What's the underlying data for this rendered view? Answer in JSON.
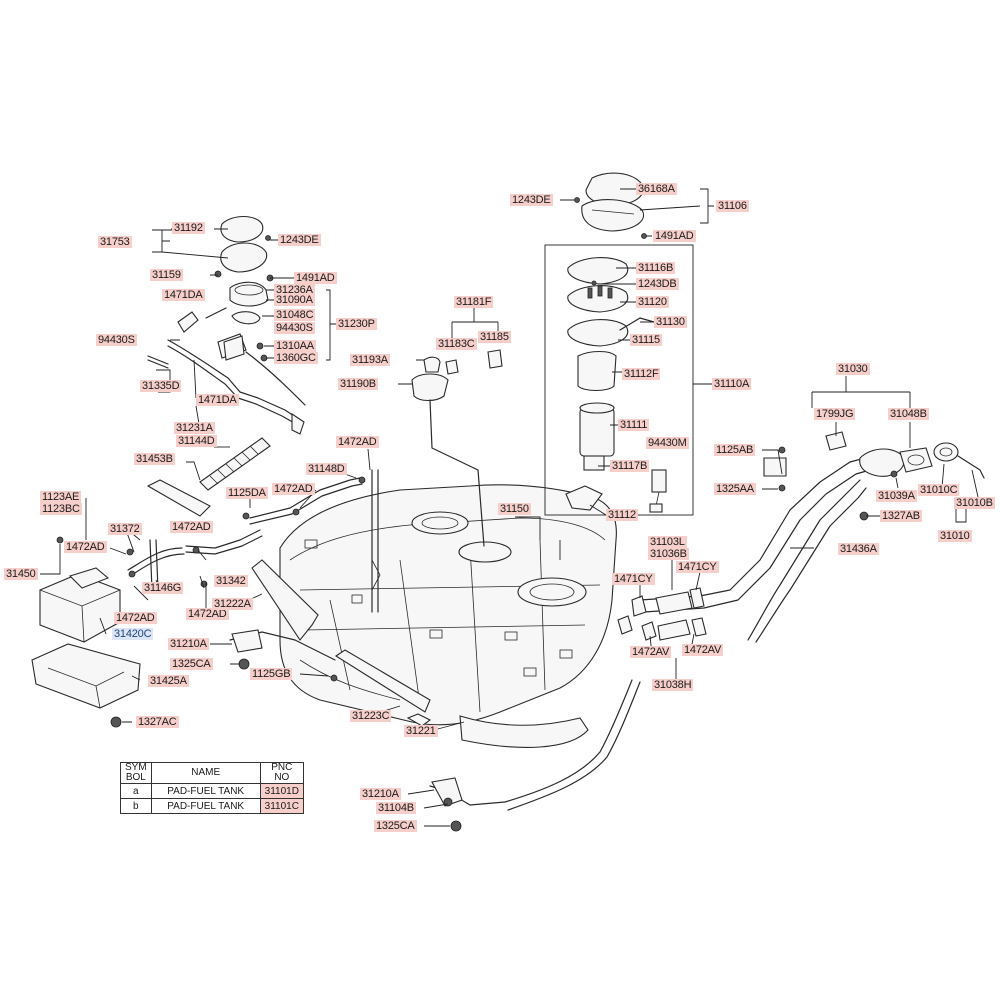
{
  "labels": [
    {
      "id": "36168A",
      "text": "36168A"
    },
    {
      "id": "31106",
      "text": "31106"
    },
    {
      "id": "1243DE_top",
      "text": "1243DE"
    },
    {
      "id": "1491AD_top",
      "text": "1491AD"
    },
    {
      "id": "31116B",
      "text": "31116B"
    },
    {
      "id": "1243DB",
      "text": "1243DB"
    },
    {
      "id": "31120",
      "text": "31120"
    },
    {
      "id": "31130",
      "text": "31130"
    },
    {
      "id": "31115",
      "text": "31115"
    },
    {
      "id": "31112F",
      "text": "31112F"
    },
    {
      "id": "31110A",
      "text": "31110A"
    },
    {
      "id": "31111",
      "text": "31111"
    },
    {
      "id": "94430M",
      "text": "94430M"
    },
    {
      "id": "31117B",
      "text": "31117B"
    },
    {
      "id": "31112",
      "text": "31112"
    },
    {
      "id": "31192",
      "text": "31192"
    },
    {
      "id": "31753",
      "text": "31753"
    },
    {
      "id": "1243DE_left",
      "text": "1243DE"
    },
    {
      "id": "31159",
      "text": "31159"
    },
    {
      "id": "1491AD_left",
      "text": "1491AD"
    },
    {
      "id": "1471DA_a",
      "text": "1471DA"
    },
    {
      "id": "31236A",
      "text": "31236A"
    },
    {
      "id": "31090A",
      "text": "31090A"
    },
    {
      "id": "31048C",
      "text": "31048C"
    },
    {
      "id": "94430S_a",
      "text": "94430S"
    },
    {
      "id": "31230P",
      "text": "31230P"
    },
    {
      "id": "94430S_b",
      "text": "94430S"
    },
    {
      "id": "1310AA",
      "text": "1310AA"
    },
    {
      "id": "1360GC",
      "text": "1360GC"
    },
    {
      "id": "31335D",
      "text": "31335D"
    },
    {
      "id": "1471DA_b",
      "text": "1471DA"
    },
    {
      "id": "31231A",
      "text": "31231A"
    },
    {
      "id": "31144D",
      "text": "31144D"
    },
    {
      "id": "31181F",
      "text": "31181F"
    },
    {
      "id": "31183C",
      "text": "31183C"
    },
    {
      "id": "31185",
      "text": "31185"
    },
    {
      "id": "31193A",
      "text": "31193A"
    },
    {
      "id": "31190B",
      "text": "31190B"
    },
    {
      "id": "31453B",
      "text": "31453B"
    },
    {
      "id": "1472AD_a",
      "text": "1472AD"
    },
    {
      "id": "31148D",
      "text": "31148D"
    },
    {
      "id": "1125DA",
      "text": "1125DA"
    },
    {
      "id": "1472AD_b",
      "text": "1472AD"
    },
    {
      "id": "31150",
      "text": "31150"
    },
    {
      "id": "1123AE",
      "text": "1123AE"
    },
    {
      "id": "1123BC",
      "text": "1123BC"
    },
    {
      "id": "31372",
      "text": "31372"
    },
    {
      "id": "1472AD_c",
      "text": "1472AD"
    },
    {
      "id": "1472AD_d",
      "text": "1472AD"
    },
    {
      "id": "31450",
      "text": "31450"
    },
    {
      "id": "31146G",
      "text": "31146G"
    },
    {
      "id": "31342",
      "text": "31342"
    },
    {
      "id": "1472AD_e",
      "text": "1472AD"
    },
    {
      "id": "1472AD_f",
      "text": "1472AD"
    },
    {
      "id": "31222A",
      "text": "31222A"
    },
    {
      "id": "31420C",
      "text": "31420C"
    },
    {
      "id": "31210A_a",
      "text": "31210A"
    },
    {
      "id": "1325CA_a",
      "text": "1325CA"
    },
    {
      "id": "1125GB",
      "text": "1125GB"
    },
    {
      "id": "31425A",
      "text": "31425A"
    },
    {
      "id": "1327AC",
      "text": "1327AC"
    },
    {
      "id": "31223C",
      "text": "31223C"
    },
    {
      "id": "31221",
      "text": "31221"
    },
    {
      "id": "31030",
      "text": "31030"
    },
    {
      "id": "1799JG",
      "text": "1799JG"
    },
    {
      "id": "31048B",
      "text": "31048B"
    },
    {
      "id": "1125AB",
      "text": "1125AB"
    },
    {
      "id": "1325AA",
      "text": "1325AA"
    },
    {
      "id": "31039A",
      "text": "31039A"
    },
    {
      "id": "31010C",
      "text": "31010C"
    },
    {
      "id": "31010B",
      "text": "31010B"
    },
    {
      "id": "1327AB",
      "text": "1327AB"
    },
    {
      "id": "31010",
      "text": "31010"
    },
    {
      "id": "31436A",
      "text": "31436A"
    },
    {
      "id": "31103L",
      "text": "31103L"
    },
    {
      "id": "31036B",
      "text": "31036B"
    },
    {
      "id": "1471CY_a",
      "text": "1471CY"
    },
    {
      "id": "1471CY_b",
      "text": "1471CY"
    },
    {
      "id": "1472AV_a",
      "text": "1472AV"
    },
    {
      "id": "1472AV_b",
      "text": "1472AV"
    },
    {
      "id": "31038H",
      "text": "31038H"
    },
    {
      "id": "31210A_b",
      "text": "31210A"
    },
    {
      "id": "31104B",
      "text": "31104B"
    },
    {
      "id": "1325CA_b",
      "text": "1325CA"
    }
  ],
  "legend": {
    "headers": {
      "sym_line1": "SYM",
      "sym_line2": "BOL",
      "name": "NAME",
      "pnc_line1": "PNC",
      "pnc_line2": "NO"
    },
    "rows": [
      {
        "symbol": "a",
        "name": "PAD-FUEL TANK",
        "pnc": "31101D"
      },
      {
        "symbol": "b",
        "name": "PAD-FUEL TANK",
        "pnc": "31101C"
      }
    ]
  },
  "icons": [
    "fuel-tank-icon",
    "fuel-pump-module-icon",
    "fuel-filler-neck-icon",
    "canister-icon",
    "filler-cap-icon"
  ],
  "colors": {
    "label_fill": "#f6cfcb",
    "label_highlight": "#dce6f6",
    "line": "#2a2a2a"
  }
}
